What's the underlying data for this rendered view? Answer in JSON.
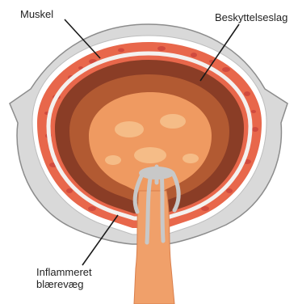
{
  "labels": {
    "muscle": "Muskel",
    "protective_layer": "Beskyttelseslag",
    "inflamed_wall_line1": "Inflammeret",
    "inflamed_wall_line2": "blærevæg"
  },
  "colors": {
    "outer_wall": "#d9d9d9",
    "muscle_band": "#e8674b",
    "muscle_texture": "#c9413a",
    "protective_layer": "#f4f1ef",
    "lumen_dark": "#8a3d26",
    "lumen_mid": "#b25a32",
    "lumen_light": "#ef9a61",
    "lumen_highlight": "#f6c08c",
    "urethra": "#f0a06a",
    "mucus_gray": "#c8c8c8",
    "line": "#1a1a1a"
  }
}
